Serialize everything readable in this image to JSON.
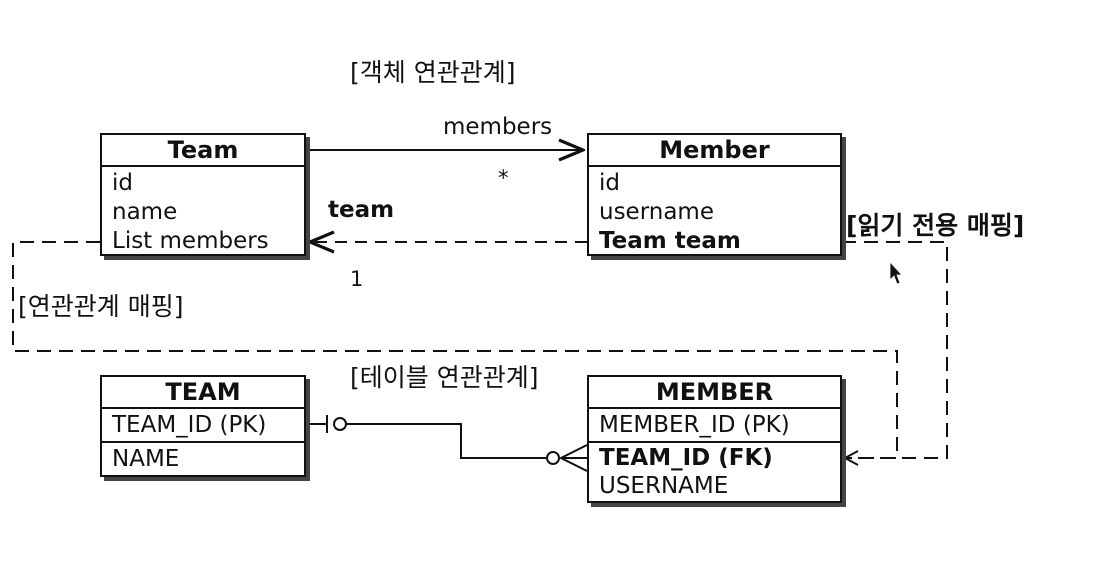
{
  "titles": {
    "object": "[객체 연관관계]",
    "table": "[테이블 연관관계]",
    "mapping": "[연관관계 매핑]",
    "readonly": "[읽기 전용 매핑]"
  },
  "edges": {
    "members_label": "members",
    "many": "*",
    "team_label": "team",
    "one": "1"
  },
  "team_class": {
    "name": "Team",
    "fields": [
      "id",
      "name",
      "List members"
    ]
  },
  "member_class": {
    "name": "Member",
    "fields": [
      "id",
      "username",
      "Team team"
    ]
  },
  "team_table": {
    "name": "TEAM",
    "pk": "TEAM_ID (PK)",
    "cols": [
      "NAME"
    ]
  },
  "member_table": {
    "name": "MEMBER",
    "pk": "MEMBER_ID (PK)",
    "fk": "TEAM_ID (FK)",
    "cols": [
      "USERNAME"
    ]
  }
}
